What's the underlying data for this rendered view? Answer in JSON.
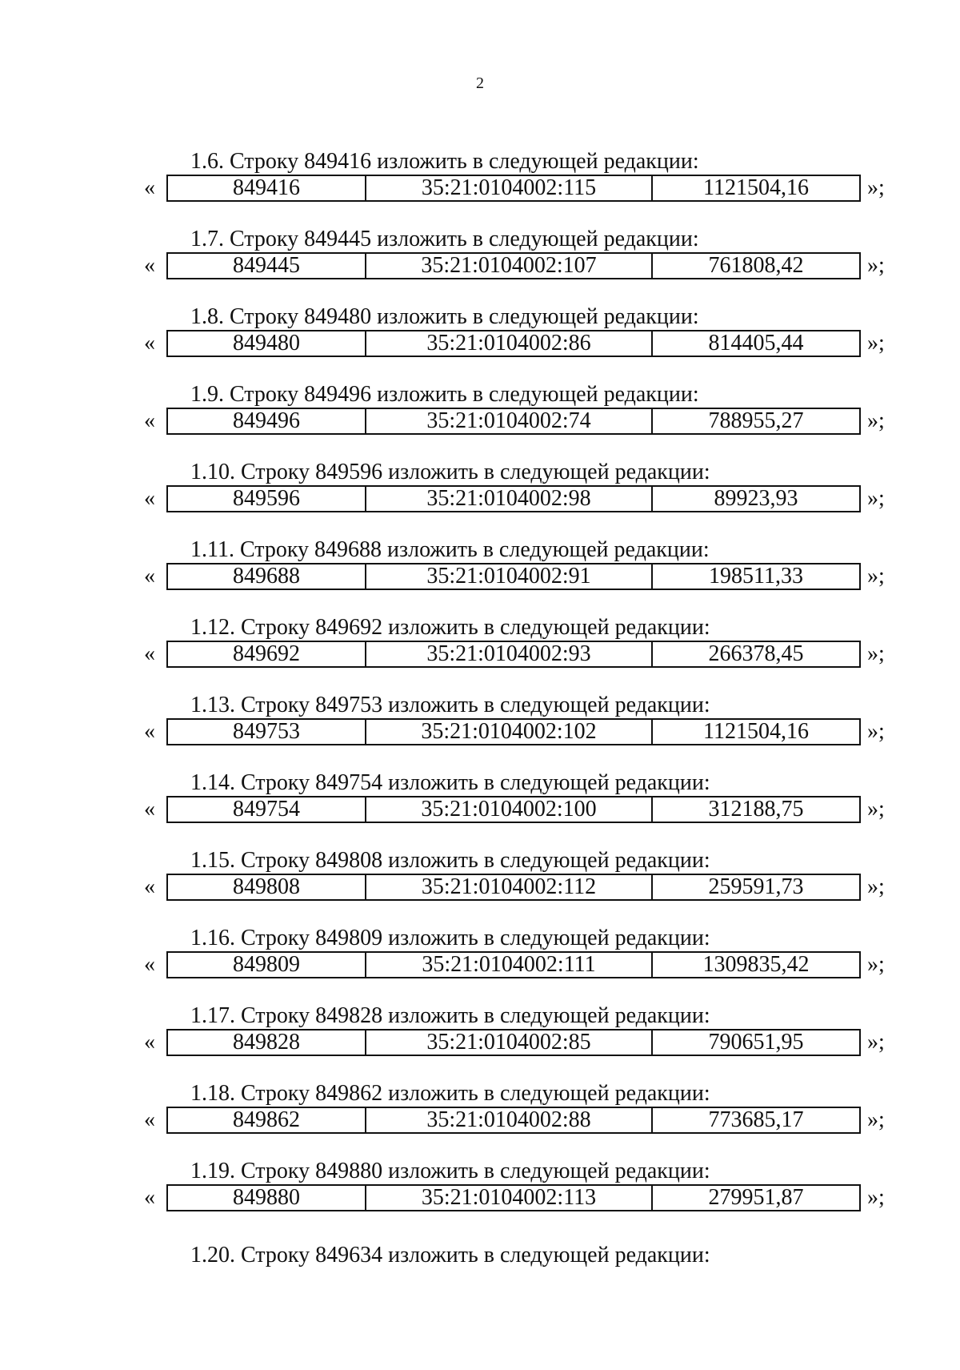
{
  "page_number": "2",
  "quote_open": "«",
  "quote_close": "»;",
  "items": [
    {
      "heading": "1.6. Строку 849416 изложить в следующей редакции:",
      "col1": "849416",
      "col2": "35:21:0104002:115",
      "col3": "1121504,16"
    },
    {
      "heading": "1.7. Строку 849445 изложить в следующей редакции:",
      "col1": "849445",
      "col2": "35:21:0104002:107",
      "col3": "761808,42"
    },
    {
      "heading": "1.8. Строку 849480 изложить в следующей редакции:",
      "col1": "849480",
      "col2": "35:21:0104002:86",
      "col3": "814405,44"
    },
    {
      "heading": "1.9. Строку 849496 изложить в следующей редакции:",
      "col1": "849496",
      "col2": "35:21:0104002:74",
      "col3": "788955,27"
    },
    {
      "heading": "1.10. Строку 849596 изложить в следующей редакции:",
      "col1": "849596",
      "col2": "35:21:0104002:98",
      "col3": "89923,93"
    },
    {
      "heading": "1.11. Строку 849688 изложить в следующей редакции:",
      "col1": "849688",
      "col2": "35:21:0104002:91",
      "col3": "198511,33"
    },
    {
      "heading": "1.12. Строку 849692 изложить в следующей редакции:",
      "col1": "849692",
      "col2": "35:21:0104002:93",
      "col3": "266378,45"
    },
    {
      "heading": "1.13. Строку 849753 изложить в следующей редакции:",
      "col1": "849753",
      "col2": "35:21:0104002:102",
      "col3": "1121504,16"
    },
    {
      "heading": "1.14. Строку 849754 изложить в следующей редакции:",
      "col1": "849754",
      "col2": "35:21:0104002:100",
      "col3": "312188,75"
    },
    {
      "heading": "1.15. Строку 849808 изложить в следующей редакции:",
      "col1": "849808",
      "col2": "35:21:0104002:112",
      "col3": "259591,73"
    },
    {
      "heading": "1.16. Строку 849809 изложить в следующей редакции:",
      "col1": "849809",
      "col2": "35:21:0104002:111",
      "col3": "1309835,42"
    },
    {
      "heading": "1.17. Строку 849828 изложить в следующей редакции:",
      "col1": "849828",
      "col2": "35:21:0104002:85",
      "col3": "790651,95"
    },
    {
      "heading": "1.18. Строку 849862 изложить в следующей редакции:",
      "col1": "849862",
      "col2": "35:21:0104002:88",
      "col3": "773685,17"
    },
    {
      "heading": "1.19. Строку 849880 изложить в следующей редакции:",
      "col1": "849880",
      "col2": "35:21:0104002:113",
      "col3": "279951,87"
    }
  ],
  "last_heading": "1.20. Строку 849634 изложить в следующей редакции:"
}
